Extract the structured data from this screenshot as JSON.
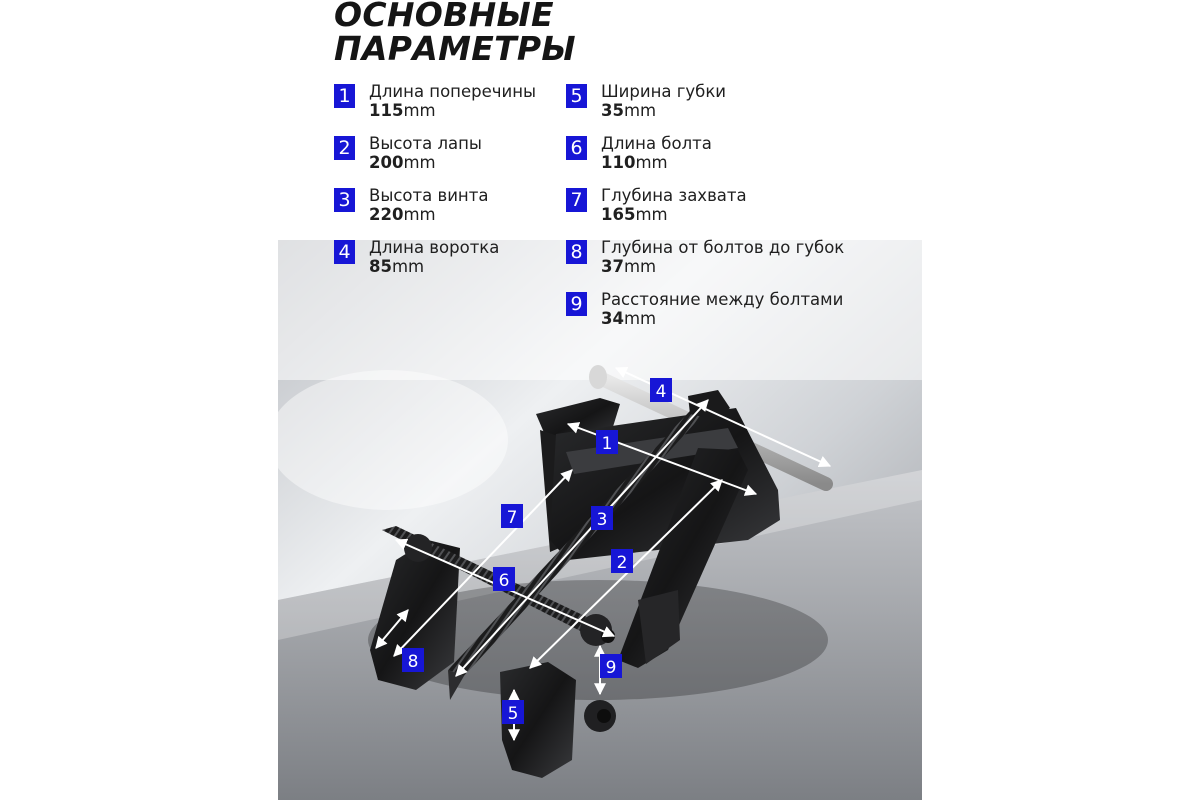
{
  "title_line1": "ОСНОВНЫЕ",
  "title_line2": "ПАРАМЕТРЫ",
  "unit": "mm",
  "colors": {
    "badge": "#1716d6",
    "text": "#202020"
  },
  "params": [
    {
      "n": "1",
      "label": "Длина поперечины",
      "value": "115"
    },
    {
      "n": "2",
      "label": "Высота лапы",
      "value": "200"
    },
    {
      "n": "3",
      "label": "Высота винта",
      "value": "220"
    },
    {
      "n": "4",
      "label": "Длина воротка",
      "value": "85"
    },
    {
      "n": "5",
      "label": "Ширина губки",
      "value": "35"
    },
    {
      "n": "6",
      "label": "Длина болта",
      "value": "110"
    },
    {
      "n": "7",
      "label": "Глубина захвата",
      "value": "165"
    },
    {
      "n": "8",
      "label": "Глубина от болтов до губок",
      "value": "37"
    },
    {
      "n": "9",
      "label": "Расстояние между болтами",
      "value": "34"
    }
  ]
}
